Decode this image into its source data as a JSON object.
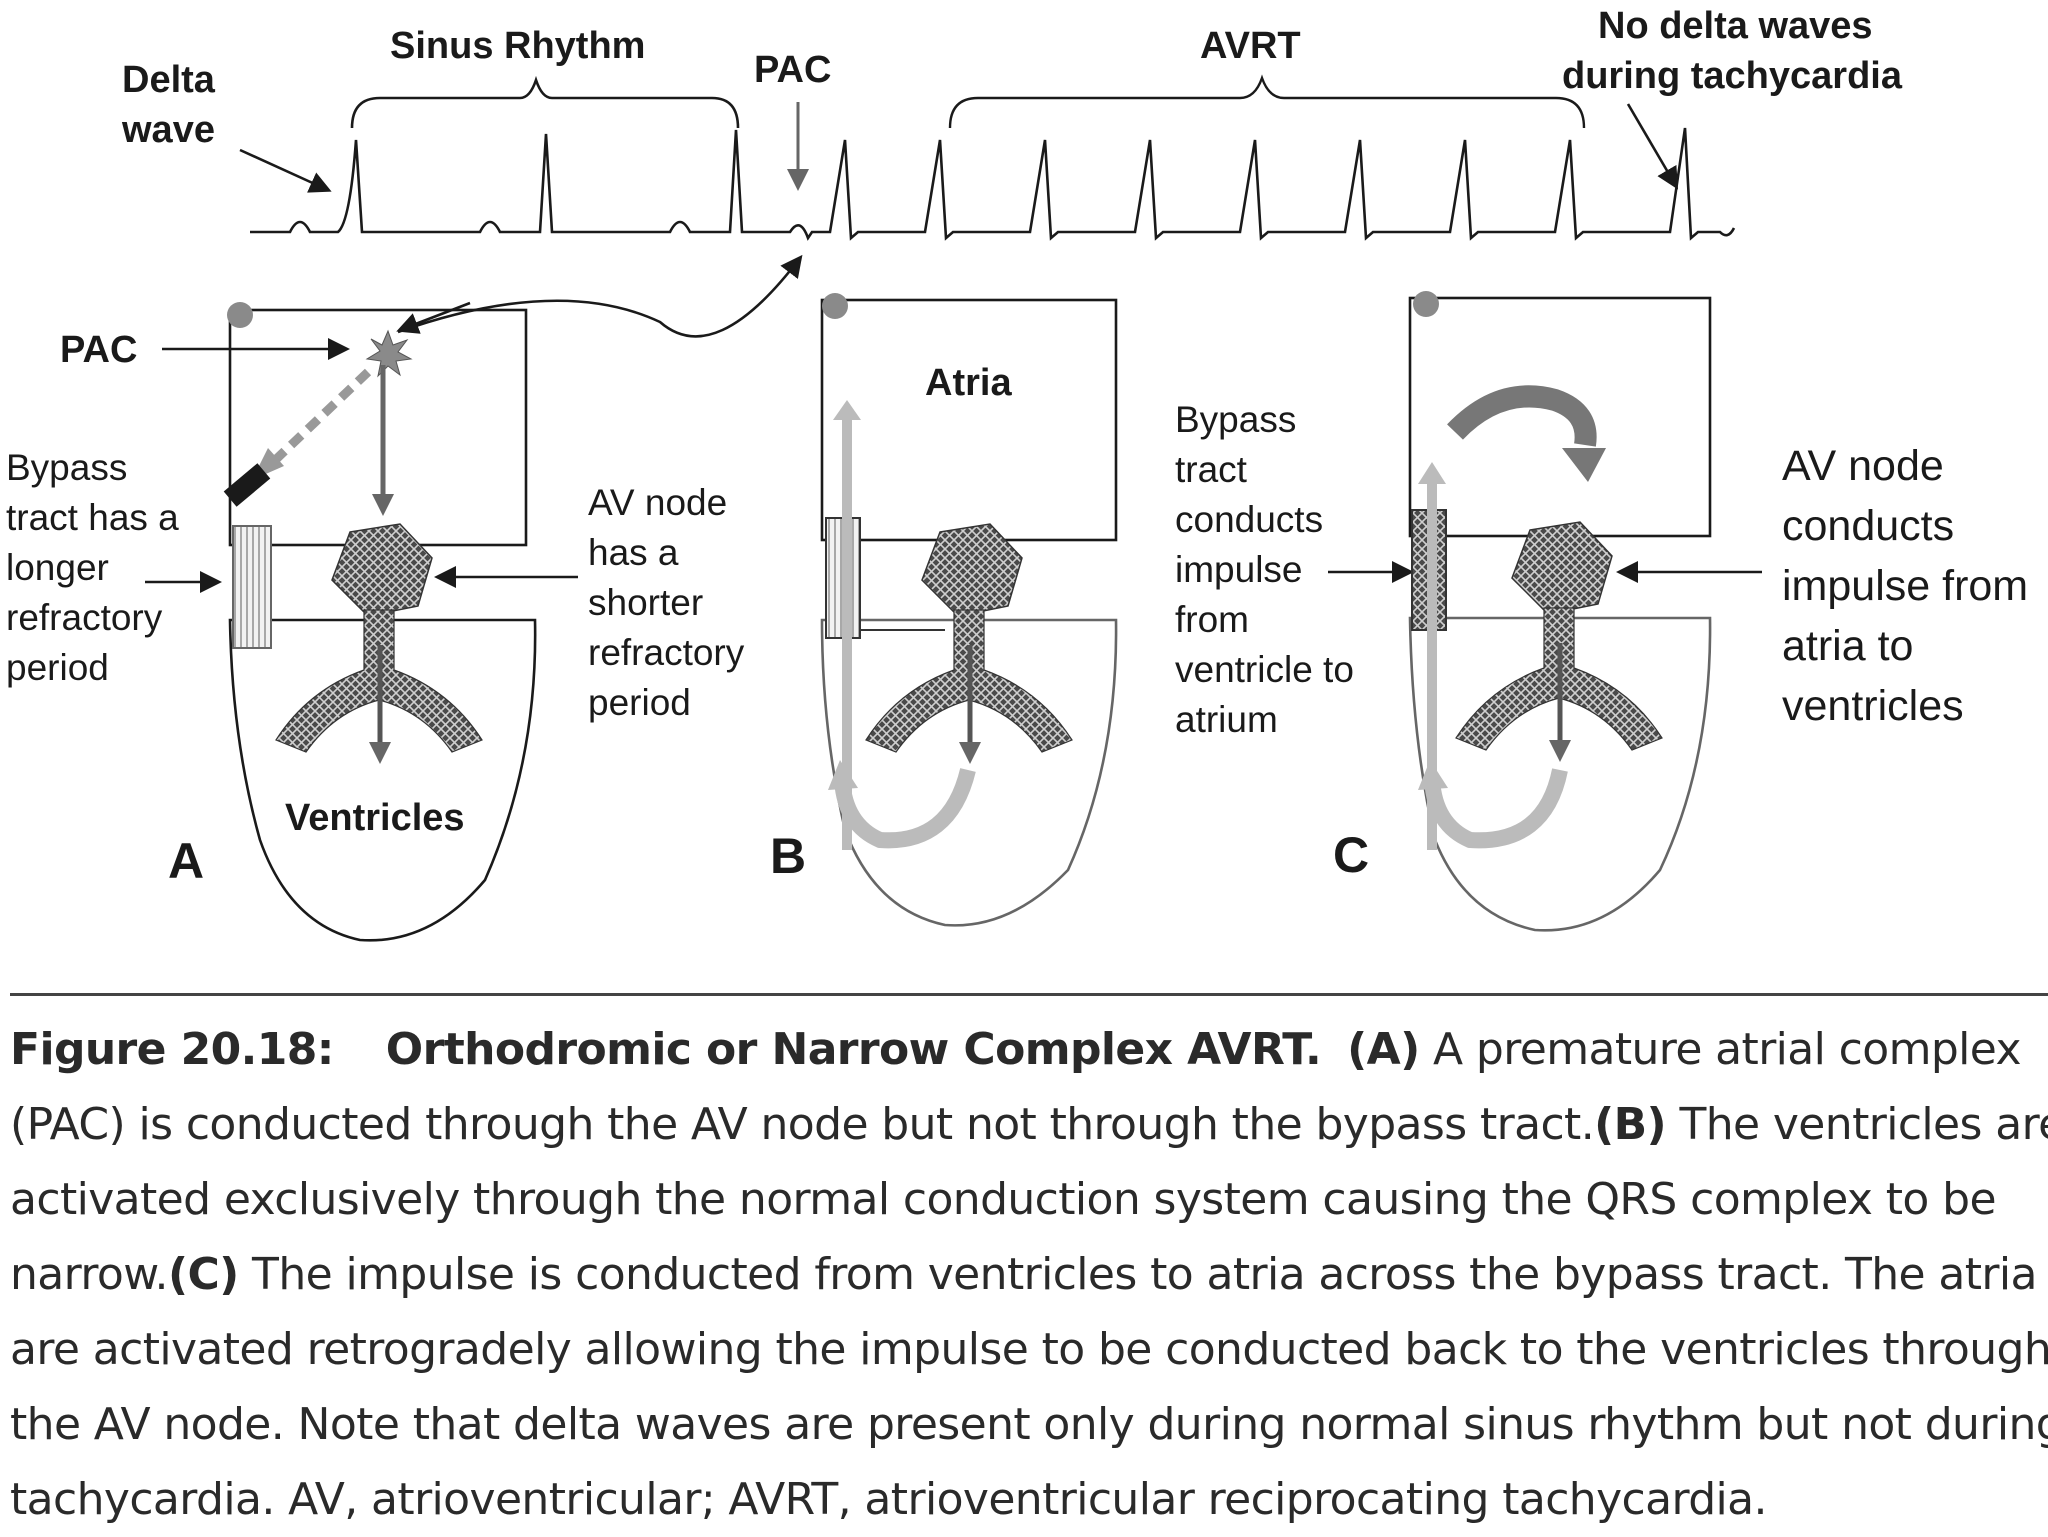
{
  "ecg": {
    "labels": {
      "delta_wave": [
        "Delta",
        "wave"
      ],
      "sinus_rhythm": "Sinus Rhythm",
      "pac": "PAC",
      "avrt": "AVRT",
      "no_delta": [
        "No delta waves",
        "during tachycardia"
      ]
    }
  },
  "panel_a": {
    "letter": "A",
    "pac_label": "PAC",
    "bypass_label": [
      "Bypass",
      "tract has a",
      "longer",
      "refractory",
      "period"
    ],
    "av_node_label": [
      "AV node",
      "has a",
      "shorter",
      "refractory",
      "period"
    ],
    "ventricles_label": "Ventricles"
  },
  "panel_b": {
    "letter": "B",
    "atria_label": "Atria",
    "bypass_label": [
      "Bypass",
      "tract",
      "conducts",
      "impulse",
      "from",
      "ventricle to",
      "atrium"
    ]
  },
  "panel_c": {
    "letter": "C",
    "av_node_label": [
      "AV node",
      "conducts",
      "impulse from",
      "atria to",
      "ventricles"
    ]
  },
  "caption": {
    "figure_number": "Figure 20.18:",
    "title": "Orthodromic or Narrow Complex AVRT.",
    "lines": [
      {
        "label": "(A)",
        "text": " A premature atrial complex"
      },
      {
        "text": "(PAC) is conducted through the AV node but not through the bypass tract.",
        "label": "(B)",
        "text2": " The ventricles are"
      },
      {
        "text": "activated exclusively through the normal conduction system causing the QRS complex to be"
      },
      {
        "text": "narrow.",
        "label": "(C)",
        "text2": " The impulse is conducted from ventricles to atria across the bypass tract. The atria"
      },
      {
        "text": "are activated retrogradely allowing the impulse to be conducted back to the ventricles through"
      },
      {
        "text": "the AV node. Note that delta waves are present only during normal sinus rhythm but not during"
      },
      {
        "text": "tachycardia. AV, atrioventricular; AVRT, atrioventricular reciprocating tachycardia."
      }
    ]
  }
}
